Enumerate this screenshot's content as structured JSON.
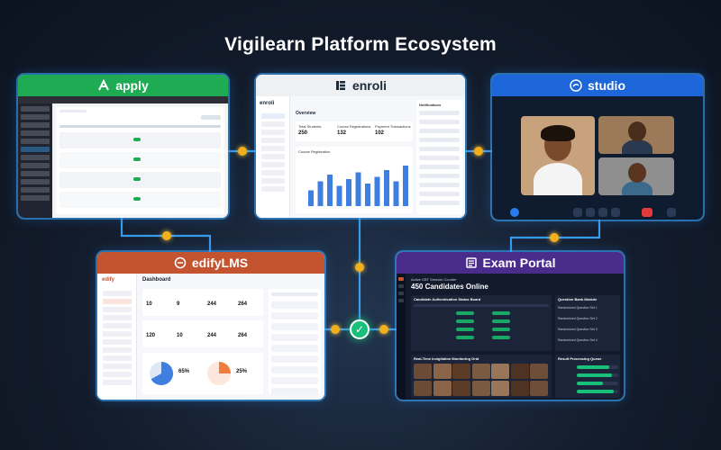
{
  "title": "Vigilearn Platform Ecosystem",
  "colors": {
    "apply": "#1faa54",
    "enroli": "#eef0f3",
    "studio": "#1c66d9",
    "edify": "#c4532f",
    "exam": "#4a2c8c",
    "connector": "#3aa9ff",
    "node": "#f2b01e",
    "hub": "#19c07a"
  },
  "apply": {
    "name": "apply",
    "icon": "apply-logo-icon"
  },
  "enroli": {
    "name": "enroli",
    "brand": "enroli",
    "page_title": "Overview",
    "stats": [
      {
        "label": "Total Students",
        "value": "250"
      },
      {
        "label": "Course Registrations",
        "value": "132"
      },
      {
        "label": "Payment Transactions",
        "value": "102"
      }
    ],
    "chart_label": "Course Registration",
    "notifications": "Notifications",
    "bar_fractions": [
      0.35,
      0.55,
      0.7,
      0.45,
      0.6,
      0.75,
      0.5,
      0.65,
      0.8,
      0.55,
      0.9
    ]
  },
  "studio": {
    "name": "studio"
  },
  "edify": {
    "name": "edifyLMS",
    "brand": "edify",
    "page_title": "Dashboard",
    "stats": [
      "10",
      "9",
      "244",
      "264"
    ],
    "stats2": [
      "120",
      "10",
      "244",
      "264"
    ],
    "pie_value": "65%",
    "pie2_value": "25%"
  },
  "exam": {
    "name": "Exam Portal",
    "session_label": "Active CBT Session Counter",
    "session_value": "450 Candidates Online",
    "auth_title": "Candidate Authentication Status Board",
    "bank_title": "Question Bank Module",
    "monitor_title": "Real-Time Invigilation Monitoring Grid",
    "queue_title": "Result Processing Queue",
    "bank_items": [
      "Randomized Question Set 1",
      "Randomized Question Set 2",
      "Randomized Question Set 3",
      "Randomized Question Set 4"
    ],
    "queue_progress": [
      0.78,
      0.85,
      0.64,
      0.9
    ]
  }
}
